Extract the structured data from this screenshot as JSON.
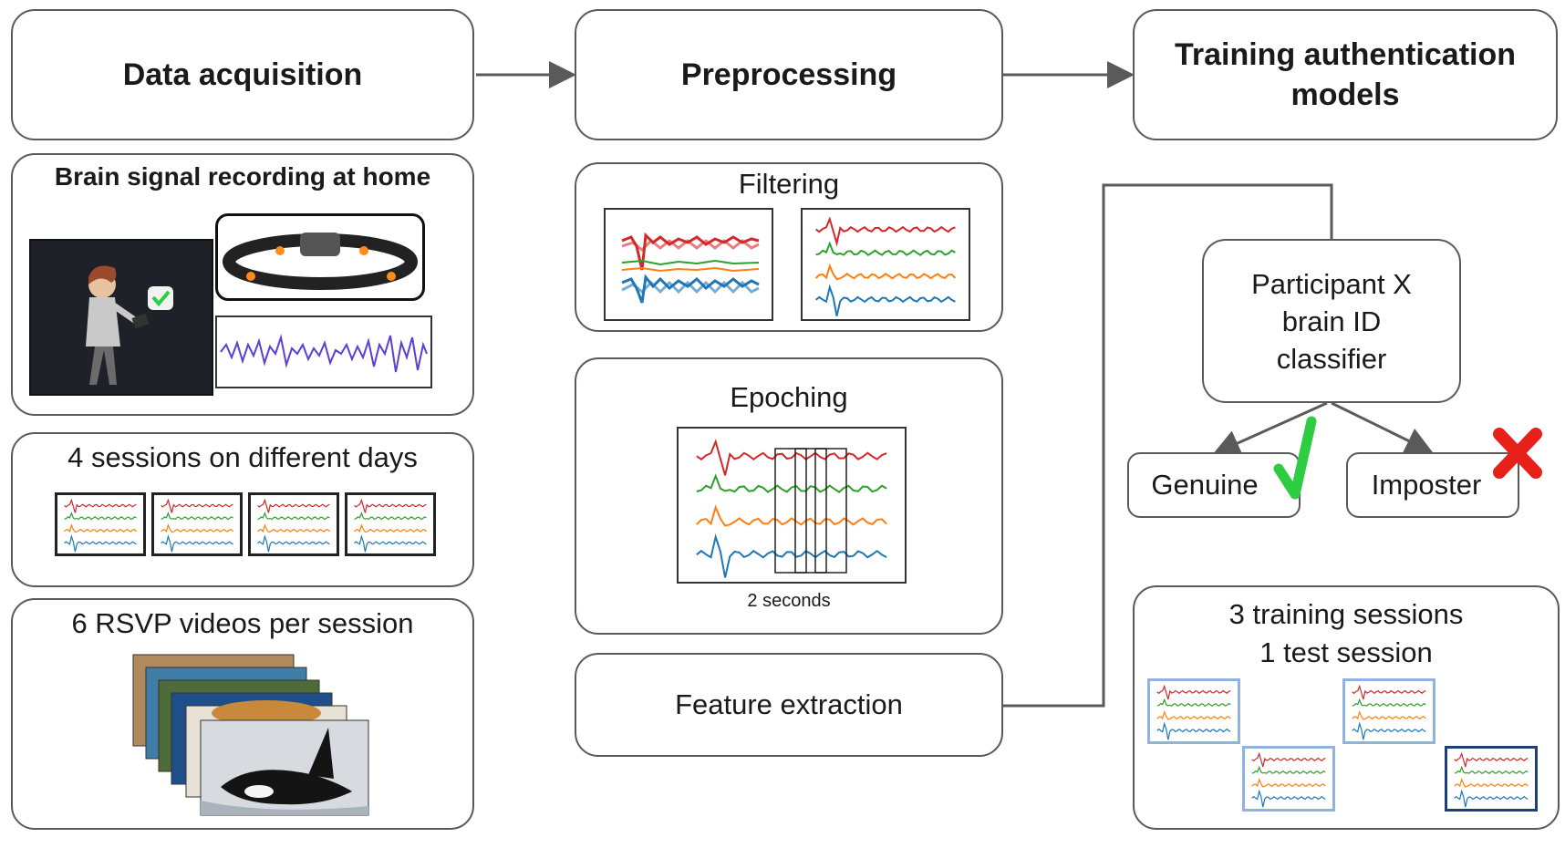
{
  "steps": {
    "acquisition": "Data acquisition",
    "preprocessing": "Preprocessing",
    "training": "Training authentication models"
  },
  "acquisition": {
    "recording_title": "Brain signal recording at home",
    "sessions_title": "4 sessions on different days",
    "videos_title": "6 RSVP videos per session"
  },
  "preprocessing": {
    "filtering": "Filtering",
    "epoching": "Epoching",
    "epoch_caption": "2 seconds",
    "feature_extraction": "Feature extraction"
  },
  "training": {
    "classifier": "Participant X brain ID classifier",
    "genuine": "Genuine",
    "imposter": "Imposter",
    "sessions_line1": "3 training sessions",
    "sessions_line2": "1 test session"
  },
  "colors": {
    "red": "#d62728",
    "green": "#2ca02c",
    "orange": "#ff7f0e",
    "blue": "#1f77b4",
    "check": "#2ecc40",
    "cross": "#e8201a",
    "border": "#5a5a5a",
    "train_border": "#8fb2e0",
    "test_border": "#1f3f7a"
  },
  "icons": [
    "check-icon",
    "cross-icon",
    "eeg-headband-icon",
    "avatar-icon",
    "orca-icon"
  ]
}
